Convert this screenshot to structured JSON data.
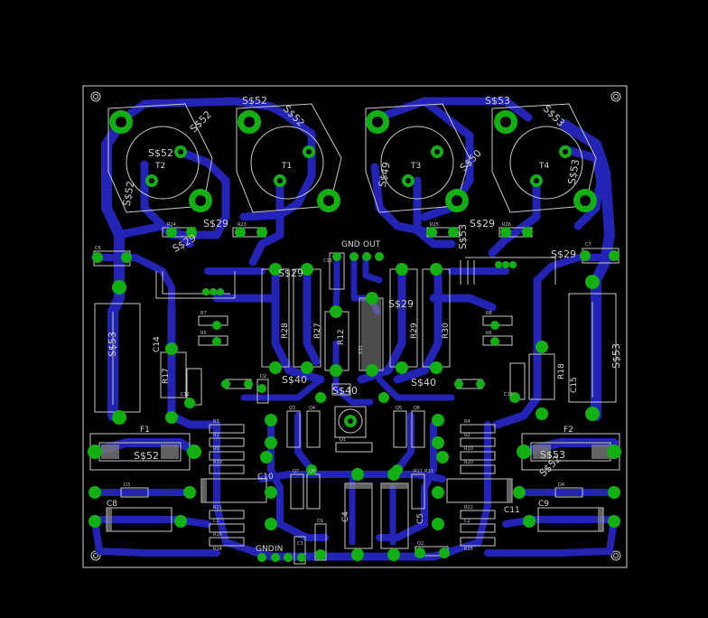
{
  "colors": {
    "background": "#000000",
    "board_outline": "#cfcfcf",
    "copper_bottom": "#2323b6",
    "pad": "#12b012",
    "silkscreen": "#c8c8c8",
    "highlight": "#e0e0e0"
  },
  "header_labels": {
    "gnd": "GND",
    "out": "OUT"
  },
  "footer_labels": {
    "gnd": "GND",
    "in": "IN"
  },
  "net_labels": [
    "S$52",
    "S$52",
    "S$52",
    "S$52",
    "S$52",
    "S$52",
    "S$53",
    "S$53",
    "S$53",
    "S$53",
    "S$53",
    "S$53",
    "S$29",
    "S$29",
    "S$29",
    "S$29",
    "S$29",
    "S$29",
    "S$40",
    "S$40",
    "S$40",
    "S$49",
    "S$50",
    "S$52",
    "S$53"
  ],
  "part_labels": [
    "T2",
    "T1",
    "T3",
    "T4",
    "R28",
    "R27",
    "R29",
    "R30",
    "R17",
    "R18",
    "R12",
    "R31",
    "C14",
    "C15",
    "C10",
    "C11",
    "C8",
    "C9",
    "C4",
    "C5",
    "F1",
    "F2"
  ],
  "small_labels": [
    "R24",
    "R23",
    "R25",
    "R26",
    "C6",
    "C7",
    "C16",
    "C12",
    "C13",
    "R7",
    "R8",
    "R5",
    "R6",
    "R3",
    "R4",
    "R1",
    "R2",
    "R9",
    "R10",
    "R19",
    "R20",
    "R21",
    "R22",
    "C1",
    "C2",
    "C3",
    "D1",
    "D2",
    "D3",
    "D4",
    "Q1",
    "Q2",
    "Q3",
    "Q4",
    "Q5",
    "Q6",
    "Q7",
    "Q8",
    "R11",
    "R13",
    "R14",
    "R15",
    "R16"
  ]
}
